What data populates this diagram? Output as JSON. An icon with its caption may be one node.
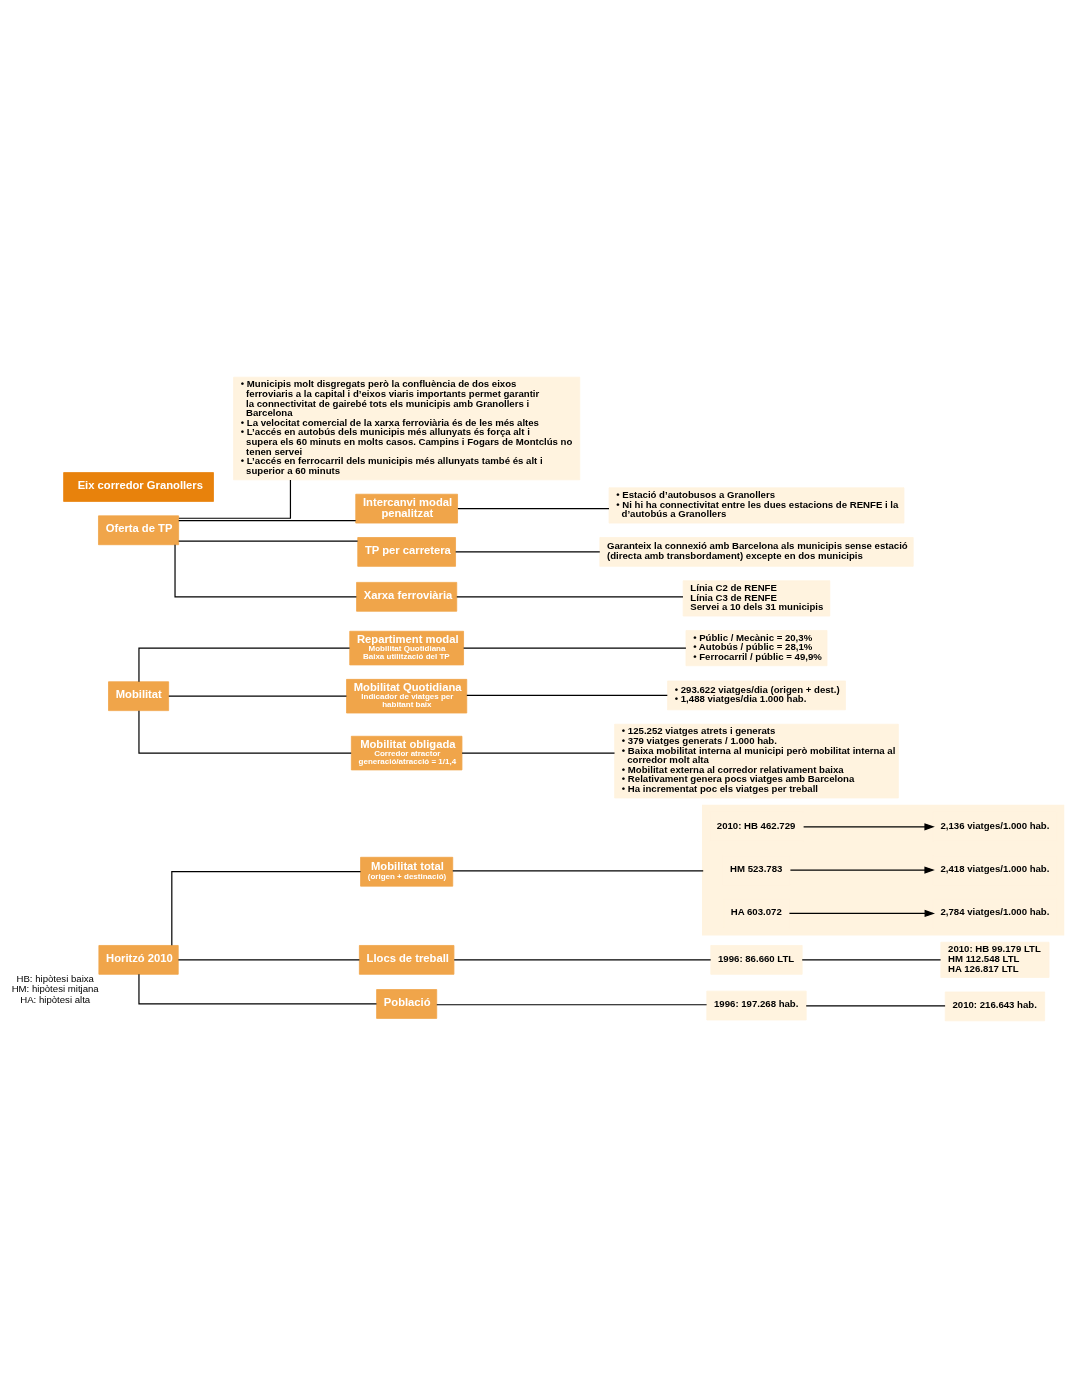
{
  "diagram": {
    "nodes": [
      {
        "text": [
          "Eix corredor Granollers"
        ]
      },
      {
        "text": [
          "Oferta de TP"
        ]
      },
      {
        "text": [
          "Xarxa ferroviària"
        ]
      },
      {
        "text": [
          "Línia C2 de RENFE",
          "Línia C3 de RENFE",
          "Servei a 10 dels 31 municipis"
        ]
      },
      {
        "text": [
          "TP per carretera"
        ]
      },
      {
        "text": [
          "Garanteix la connexió amb Barcelona als municipis sense estació (directa amb transbordament) excepte en dos municipis"
        ]
      },
      {
        "text": [
          "Intercanvi modal penalitzat"
        ]
      },
      {
        "text": [
          "• Estació d’autobusos a Granollers",
          "• Ni hi ha connectivitat entre les dues estacions de RENFE i la d’autobús a Granollers"
        ]
      },
      {
        "text": [
          "• Municipis molt disgregats però la confluència de dos eixos ferroviaris a la capital i d’eixos viaris importants permet garantir la connectivitat de gairebé tots els municipis amb Granollers i Barcelona",
          "• La velocitat comercial de la xarxa ferroviària és de les més altes",
          "• L’accés en autobús dels municipis més allunyats és força alt i supera els 60 minuts en molts casos. Campins i Fogars de Montclús no tenen servei",
          "• L’accés en ferrocarril dels municipis més allunyats també és alt i superior a 60 minuts"
        ]
      },
      {
        "text": [
          "Mobilitat"
        ]
      },
      {
        "text": [
          "Mobilitat obligada",
          "Corredor atractor",
          "generació/atracció = 1/1,4"
        ]
      },
      {
        "text": [
          "• 125.252 viatges atrets i generats",
          "• 379 viatges generats / 1.000 hab.",
          "• Baixa mobilitat interna al municipi però mobilitat interna al corredor molt alta",
          "• Mobilitat externa al corredor relativament baixa",
          "• Relativament genera pocs viatges amb Barcelona",
          "• Ha incrementat poc els viatges per treball"
        ]
      },
      {
        "text": [
          "Mobilitat Quotidiana",
          "Indicador de viatges per habitant baix"
        ]
      },
      {
        "text": [
          "• 293.622 viatges/dia (origen + dest.)",
          "• 1,488 viatges/dia 1.000 hab."
        ]
      },
      {
        "text": [
          "Repartiment modal",
          "Mobilitat Quotidiana",
          "Baixa utilització del TP"
        ]
      },
      {
        "text": [
          "• Públic / Mecànic = 20,3%",
          "• Autobús / públic = 28,1%",
          "• Ferrocarril / públic = 49,9%"
        ]
      },
      {
        "text": [
          "Horitzó 2010"
        ],
        "beside": [
          "HB: hipòtesi baixa",
          "HM: hipòtesi mitjana",
          "HA: hipòtesi alta"
        ]
      },
      {
        "text": [
          "Població"
        ]
      },
      {
        "text": [
          "1996: 197.268 hab."
        ]
      },
      {
        "text": [
          "2010: 216.643 hab."
        ]
      },
      {
        "text": [
          "Llocs de treball"
        ]
      },
      {
        "text": [
          "1996: 86.660 LTL"
        ]
      },
      {
        "text": [
          "2010: HB 99.179 LTL",
          "HM 112.548 LTL",
          "HA 126.817 LTL"
        ]
      },
      {
        "text": [
          "Mobilitat total",
          "(origen + destinació)"
        ]
      },
      {
        "text": [],
        "shape": "box"
      },
      {
        "text": [
          "2010: HB 462.729"
        ],
        "in": 24
      },
      {
        "text": [
          "2,136 viatges/1.000 hab."
        ],
        "in": 24
      },
      {
        "text": [
          "HM 523.783"
        ],
        "in": 24
      },
      {
        "text": [
          "2,418 viatges/1.000 hab."
        ],
        "in": 24
      },
      {
        "text": [
          "HA 603.072"
        ],
        "in": 24
      },
      {
        "text": [
          "2,784 viatges/1.000 hab."
        ],
        "in": 24
      }
    ],
    "edges": [
      {
        "from": 1,
        "to": 2,
        "arrow": "none"
      },
      {
        "from": 2,
        "to": 3,
        "arrow": "none"
      },
      {
        "from": 1,
        "to": 4,
        "arrow": "none"
      },
      {
        "from": 4,
        "to": 5,
        "arrow": "none"
      },
      {
        "from": 1,
        "to": 6,
        "arrow": "none"
      },
      {
        "from": 6,
        "to": 7,
        "arrow": "none"
      },
      {
        "from": 1,
        "to": 8,
        "arrow": "none"
      },
      {
        "from": 9,
        "to": 10,
        "arrow": "none"
      },
      {
        "from": 10,
        "to": 11,
        "arrow": "none"
      },
      {
        "from": 9,
        "to": 12,
        "arrow": "none"
      },
      {
        "from": 12,
        "to": 13,
        "arrow": "none"
      },
      {
        "from": 9,
        "to": 14,
        "arrow": "none"
      },
      {
        "from": 14,
        "to": 15,
        "arrow": "none"
      },
      {
        "from": 16,
        "to": 17,
        "arrow": "none"
      },
      {
        "from": 17,
        "to": 18,
        "arrow": "none"
      },
      {
        "from": 18,
        "to": 19,
        "arrow": "none"
      },
      {
        "from": 16,
        "to": 20,
        "arrow": "none"
      },
      {
        "from": 20,
        "to": 21,
        "arrow": "none"
      },
      {
        "from": 21,
        "to": 22,
        "arrow": "none"
      },
      {
        "from": 16,
        "to": 23,
        "arrow": "none"
      },
      {
        "from": 23,
        "to": 24,
        "arrow": "none"
      },
      {
        "from": 25,
        "to": 26,
        "arrow": "to"
      },
      {
        "from": 27,
        "to": 28,
        "arrow": "to"
      },
      {
        "from": 29,
        "to": 30,
        "arrow": "to"
      }
    ]
  }
}
